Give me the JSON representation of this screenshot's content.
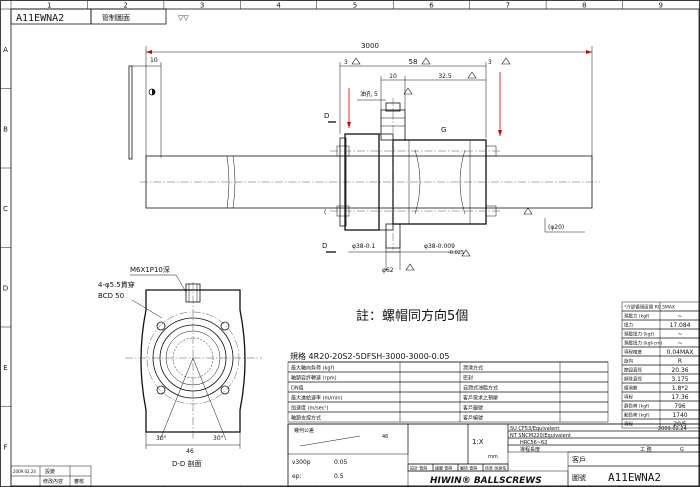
{
  "frame": {
    "cols": [
      "1",
      "2",
      "3",
      "4",
      "5",
      "6",
      "7",
      "8",
      "9"
    ],
    "rows": [
      "A",
      "B",
      "C",
      "D",
      "E",
      "F"
    ],
    "drawing_no": "A11EWNA2",
    "control_title": "管制圖面",
    "symbol_top": "▽▽"
  },
  "side_view": {
    "dims": {
      "overall": "3000",
      "d10_left": "10",
      "d3_left": "3",
      "d58": "58",
      "d3_right": "3",
      "d10_mid": "10",
      "d32_5": "32.5",
      "d5": "5",
      "fit_left": "φ38-0.1",
      "fit_right": "φ38-0.009",
      "fit_right_sub": "-0.025",
      "dia62": "φ62",
      "dia20": "(φ20)",
      "ref_bracket": "(",
      "mark_D1": "D",
      "mark_D2": "D",
      "mark_G": "G",
      "mark_oil": "油孔"
    }
  },
  "section_view": {
    "hole_note": "M6X1P10深",
    "hole_note2": "4-φ5.5貫穿",
    "bcd": "BCD 50",
    "angle_left": "30°",
    "angle_right": "30°",
    "width": "46",
    "caption": "D-D 剖面"
  },
  "note": "註：螺帽同方向5個",
  "spec_table": {
    "title": "規格 4R20-20S2-5DFSH-3000-3000-0.05",
    "rows": [
      {
        "k": "最大軸向負荷 (kgf)",
        "v": "",
        "k2": "潤滑方式",
        "v2": ""
      },
      {
        "k": "軸頸容許轉速 (rpm)",
        "v": "",
        "k2": "密封",
        "v2": ""
      },
      {
        "k": "DN值",
        "v": "",
        "k2": "自潤式油脂方式",
        "v2": ""
      },
      {
        "k": "最大進給速率 (m/min)",
        "v": "",
        "k2": "客戶需求之預壓",
        "v2": ""
      },
      {
        "k": "加速度 (m/sec²)",
        "v": "",
        "k2": "客戶圖號",
        "v2": ""
      },
      {
        "k": "軸頸支撐方式",
        "v": "",
        "k2": "客戶編號",
        "v2": ""
      }
    ],
    "right": [
      {
        "k": "*冷卻循環區間 R0.5MAX",
        "v": ""
      },
      {
        "k": "預壓力 (kgf)",
        "v": "~"
      },
      {
        "k": "扭力",
        "v": "17.084"
      },
      {
        "k": "預壓扭力 (kgf)",
        "v": "~"
      },
      {
        "k": "預壓扭力 (kgf-cm)",
        "v": "~"
      },
      {
        "k": "導程精度",
        "v": "0.04MAX"
      },
      {
        "k": "旋向",
        "v": "R"
      },
      {
        "k": "節圓直徑",
        "v": "20.36"
      },
      {
        "k": "鋼珠直徑",
        "v": "3.175"
      },
      {
        "k": "循環數",
        "v": "1.8*2"
      },
      {
        "k": "導程",
        "v": "17.36"
      },
      {
        "k": "靜負荷 (kgf)",
        "v": "796"
      },
      {
        "k": "動負荷 (kgf)",
        "v": "1740"
      },
      {
        "k": "導程",
        "v": "20/5"
      }
    ]
  },
  "title_block": {
    "material1": "SU CF53/Equivalent",
    "material2": "NT SNCM220/Equivalent",
    "hrc": "HRC56~62",
    "date1": "2009.02.24",
    "date2": "2009.02.24",
    "process": "導程長度",
    "customer": "客戶",
    "drawing_label": "圖號",
    "drawing_no": "A11EWNA2",
    "brand": "HIWIN® BALLSCREWS",
    "scale": "1:X",
    "unit": "mm",
    "sheet_label": "工 務",
    "sheet_value": "G",
    "v300p": "ν300p",
    "v300p_val": "0.05",
    "ep": "ep:",
    "ep_val": "0.5",
    "tolerance_title": "幾何公差",
    "tol_val": "46",
    "rev_labels": [
      "設計",
      "繪圖",
      "審核",
      "核准"
    ],
    "rev_vals": [
      "曾蒔",
      "曾蒔",
      "曾蒔",
      "吳振佑"
    ]
  },
  "revision": {
    "date": "2009.02.24",
    "designer": "設變",
    "entry": "修改內容",
    "approve": "審核"
  }
}
